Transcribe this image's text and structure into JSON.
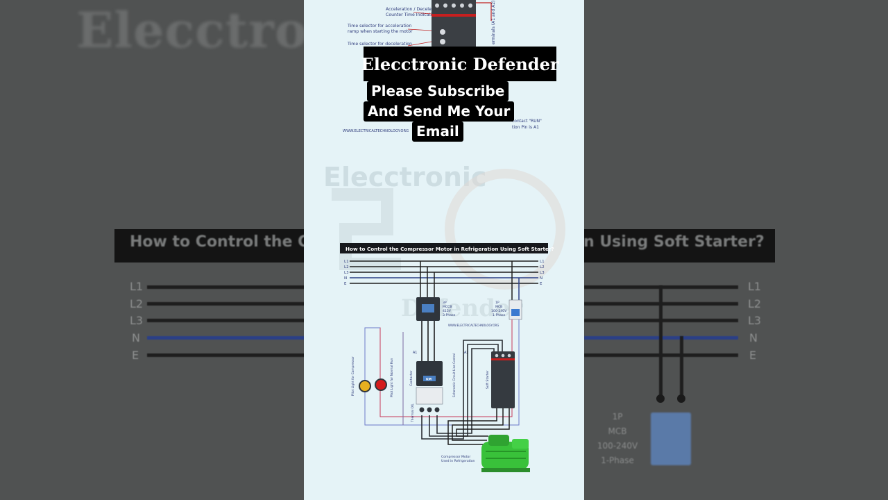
{
  "overlay": {
    "channel_title": "Elecctronic Defender",
    "subscribe_line1": "Please Subscribe",
    "subscribe_line2": "And Send Me Your",
    "subscribe_line3": "Email"
  },
  "diagram": {
    "watermark_line1": "Elecctronic",
    "watermark_line2": "Defender",
    "title": "How to Control the Compressor Motor in Refrigeration Using Soft Starter?",
    "top_labels": [
      "Acceleration / Deceleration",
      "Counter Time Indication LED",
      "Time selector for acceleration",
      "ramp when starting the motor",
      "Time selector for deceleration"
    ],
    "website": "WWW.ELECTRICALTECHNOLOGY.ORG",
    "contact_note": "contact \"RUN\"",
    "contact_note2": "tion Pin is A1",
    "bus_lines": [
      "L1",
      "L2",
      "L3",
      "N",
      "E"
    ],
    "mccb_label": [
      "3P",
      "MCCB",
      "415V",
      "3-Phase"
    ],
    "mcb_label": [
      "1P",
      "MCB",
      "100-240V",
      "1-Phase"
    ],
    "contactor_label": "Contactor",
    "km_label": "KM",
    "relay_label": "Thermal O/L Relay",
    "soft_starter_label": "Soft Starter",
    "pilot_on_label": "Pilot Light for Compressor",
    "pilot_off_label": "Pilot Light for Normal Run",
    "motor_label_line1": "Compressor Motor",
    "motor_label_line2": "Used in Refrigeration",
    "schematic_note": "Schematic Circuit Line Control (Level Contact)",
    "a1": "A1",
    "a2": "A2"
  },
  "colors": {
    "panel_bg": "#e5f3f7",
    "overlay_bg": "#000000",
    "overlay_text": "#ffffff",
    "neutral_line": "#2b3f86",
    "pilot_yellow": "#e8b020",
    "pilot_red": "#d41c1c",
    "motor_green": "#39c13a"
  }
}
